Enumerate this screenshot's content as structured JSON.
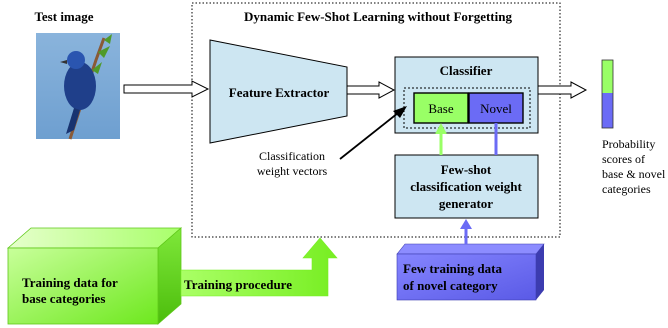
{
  "test_image": {
    "label": "Test image"
  },
  "system": {
    "title": "Dynamic Few-Shot Learning without Forgetting"
  },
  "feature_extractor": {
    "label": "Feature Extractor"
  },
  "classifier": {
    "title": "Classifier",
    "base_label": "Base",
    "novel_label": "Novel"
  },
  "weight_vectors": {
    "line1": "Classification",
    "line2": "weight vectors"
  },
  "generator": {
    "line1": "Few-shot",
    "line2": "classification weight",
    "line3": "generator"
  },
  "output": {
    "line1": "Probability",
    "line2": "scores of",
    "line3": "base & novel",
    "line4": "categories"
  },
  "base_data": {
    "line1": "Training data for",
    "line2": "base categories"
  },
  "training_procedure": {
    "label": "Training procedure"
  },
  "novel_data": {
    "line1": "Few training data",
    "line2": "of novel category"
  },
  "colors": {
    "light_blue": "#cde6f2",
    "green": "#99ff66",
    "green_dark": "#44bb00",
    "purple": "#6b6bf5",
    "purple_dark": "#3c3cb0",
    "sky": "#7aa9d6"
  }
}
